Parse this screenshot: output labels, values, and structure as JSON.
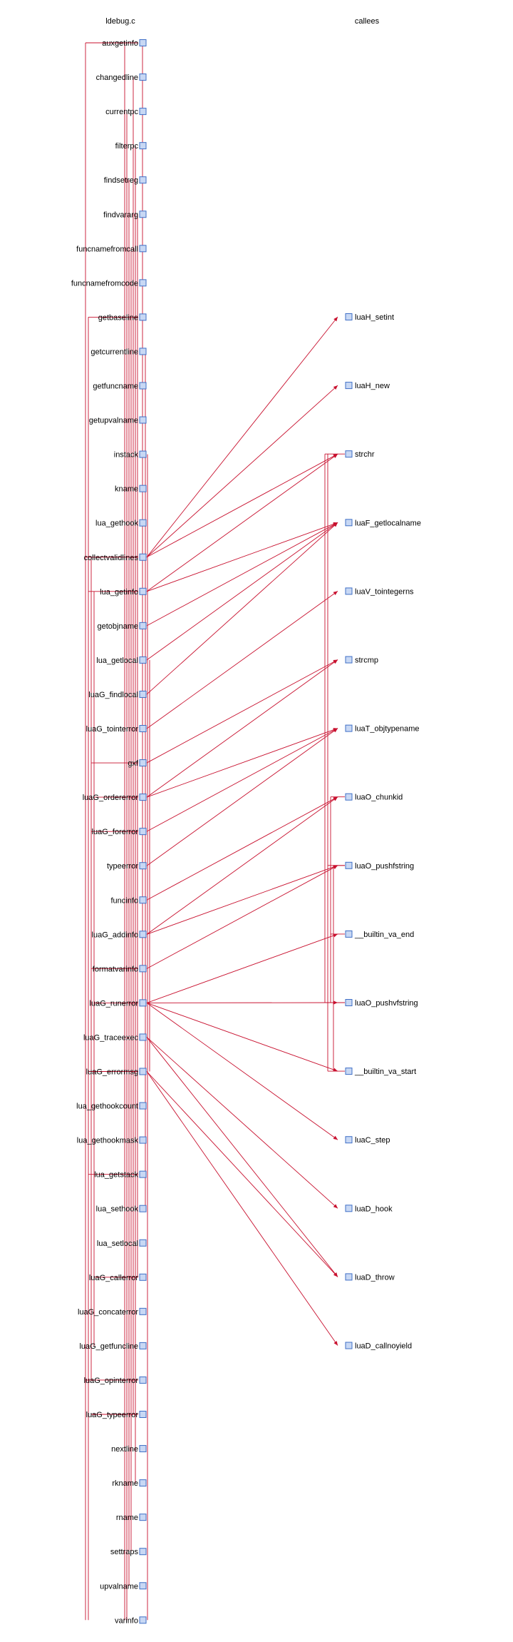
{
  "headers": {
    "left": "ldebug.c",
    "right": "callees"
  },
  "left_nodes": [
    "auxgetinfo",
    "changedline",
    "currentpc",
    "filterpc",
    "findsetreg",
    "findvararg",
    "funcnamefromcall",
    "funcnamefromcode",
    "getbaseline",
    "getcurrentline",
    "getfuncname",
    "getupvalname",
    "instack",
    "kname",
    "lua_gethook",
    "collectvalidlines",
    "lua_getinfo",
    "getobjname",
    "lua_getlocal",
    "luaG_findlocal",
    "luaG_tointerror",
    "gxf",
    "luaG_ordererror",
    "luaG_forerror",
    "typeerror",
    "funcinfo",
    "luaG_addinfo",
    "formatvarinfo",
    "luaG_runerror",
    "luaG_traceexec",
    "luaG_errormsg",
    "lua_gethookcount",
    "lua_gethookmask",
    "lua_getstack",
    "lua_sethook",
    "lua_setlocal",
    "luaG_callerror",
    "luaG_concaterror",
    "luaG_getfuncline",
    "luaG_opinterror",
    "luaG_typeerror",
    "nextline",
    "rkname",
    "rname",
    "settraps",
    "upvalname",
    "varinfo"
  ],
  "right_nodes": [
    "luaH_setint",
    "luaH_new",
    "strchr",
    "luaF_getlocalname",
    "luaV_tointegerns",
    "strcmp",
    "luaT_objtypename",
    "luaO_chunkid",
    "luaO_pushfstring",
    "__builtin_va_end",
    "luaO_pushvfstring",
    "__builtin_va_start",
    "luaC_step",
    "luaD_hook",
    "luaD_throw",
    "luaD_callnoyield"
  ],
  "calls": [
    [
      "collectvalidlines",
      "luaH_setint"
    ],
    [
      "collectvalidlines",
      "luaH_new"
    ],
    [
      "collectvalidlines",
      "strchr"
    ],
    [
      "lua_getinfo",
      "strchr"
    ],
    [
      "lua_getinfo",
      "luaF_getlocalname"
    ],
    [
      "getobjname",
      "luaF_getlocalname"
    ],
    [
      "lua_getlocal",
      "luaF_getlocalname"
    ],
    [
      "luaG_findlocal",
      "luaF_getlocalname"
    ],
    [
      "luaG_tointerror",
      "luaV_tointegerns"
    ],
    [
      "gxf",
      "strcmp"
    ],
    [
      "luaG_ordererror",
      "strcmp"
    ],
    [
      "luaG_ordererror",
      "luaT_objtypename"
    ],
    [
      "luaG_forerror",
      "luaT_objtypename"
    ],
    [
      "typeerror",
      "luaT_objtypename"
    ],
    [
      "funcinfo",
      "luaO_chunkid"
    ],
    [
      "luaG_addinfo",
      "luaO_chunkid"
    ],
    [
      "luaG_addinfo",
      "luaO_pushfstring"
    ],
    [
      "formatvarinfo",
      "luaO_pushfstring"
    ],
    [
      "luaG_runerror",
      "luaO_pushvfstring"
    ],
    [
      "luaG_runerror",
      "__builtin_va_start"
    ],
    [
      "luaG_runerror",
      "__builtin_va_end"
    ],
    [
      "luaG_runerror",
      "luaC_step"
    ],
    [
      "luaG_traceexec",
      "luaD_hook"
    ],
    [
      "luaG_traceexec",
      "luaD_throw"
    ],
    [
      "luaG_errormsg",
      "luaD_callnoyield"
    ],
    [
      "luaG_errormsg",
      "luaD_throw"
    ]
  ]
}
